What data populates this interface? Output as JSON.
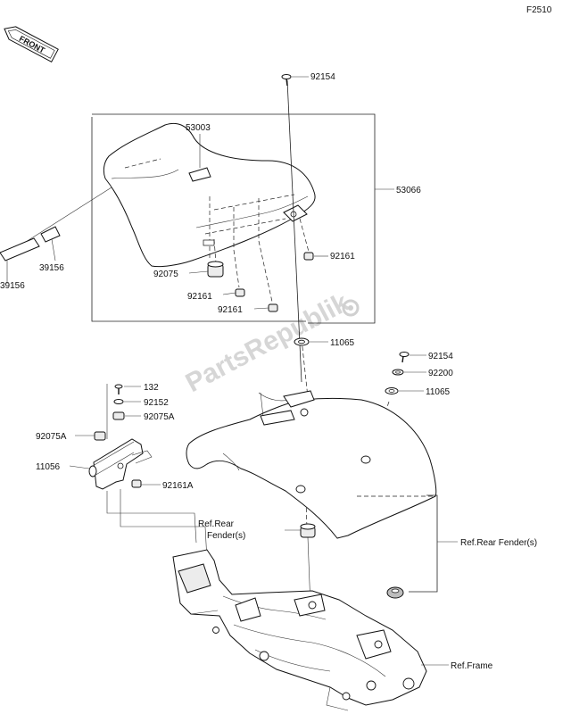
{
  "figure_code": "F2510",
  "front_badge": "FRONT",
  "watermark": "PartsRepublik",
  "callouts": {
    "p92154_top": "92154",
    "p53003": "53003",
    "p53066": "53066",
    "p92161_r": "92161",
    "p39156_a": "39156",
    "p39156_b": "39156",
    "p92075": "92075",
    "p92161_m": "92161",
    "p92161_b": "92161",
    "p11065_a": "11065",
    "p92154_r": "92154",
    "p92200": "92200",
    "p11065_b": "11065",
    "p132": "132",
    "p92152": "92152",
    "p92075A_a": "92075A",
    "p92075A_b": "92075A",
    "p11056": "11056",
    "p92161A": "92161A",
    "ref_rear_fender_1a": "Ref.Rear",
    "ref_rear_fender_1b": "Fender(s)",
    "ref_rear_fender_2": "Ref.Rear Fender(s)",
    "ref_frame": "Ref.Frame"
  }
}
